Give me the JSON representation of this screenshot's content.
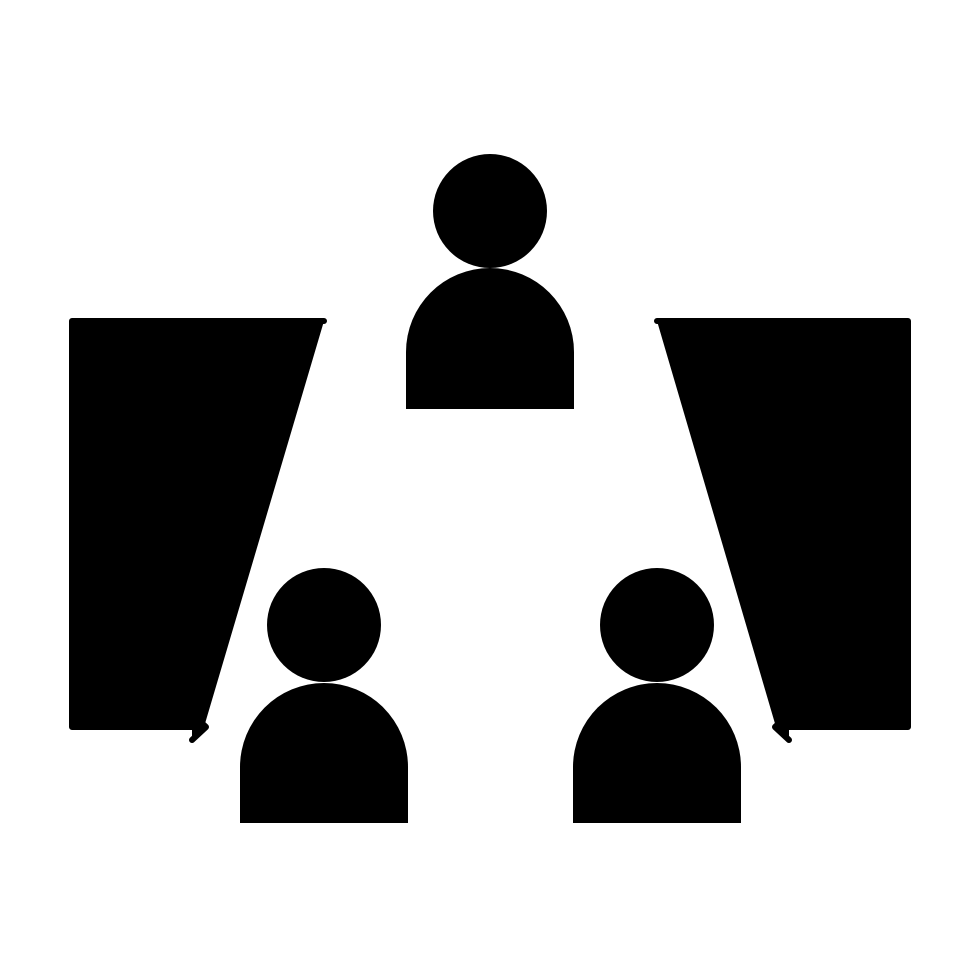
{
  "diagram": {
    "type": "delegation-icon",
    "colors": {
      "background": "#ffffff",
      "foreground": "#000000"
    },
    "nodes": [
      {
        "id": "manager",
        "role": "top",
        "icon": "person-icon"
      },
      {
        "id": "member-left",
        "role": "bottom-left",
        "icon": "person-icon"
      },
      {
        "id": "member-right",
        "role": "bottom-right",
        "icon": "person-icon"
      }
    ],
    "edges": [
      {
        "from": "manager",
        "to": "member-left",
        "icon": "arrow-right-icon"
      },
      {
        "from": "manager",
        "to": "member-right",
        "icon": "arrow-left-icon"
      }
    ]
  }
}
